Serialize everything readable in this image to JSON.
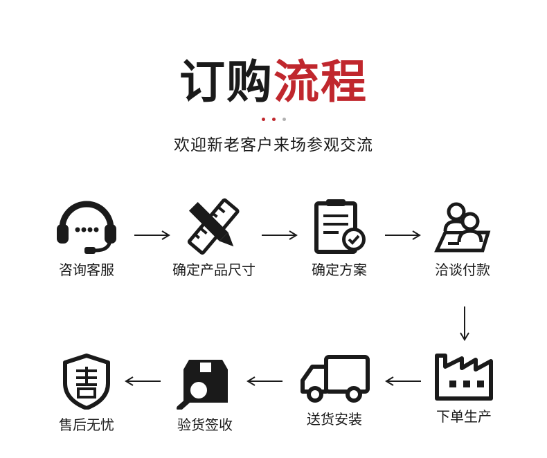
{
  "header": {
    "title_part1": "订购",
    "title_part2": "流程",
    "subtitle": "欢迎新老客户来场参观交流",
    "dot_colors": [
      "#c0272d",
      "#c0272d",
      "#b0b0b0"
    ]
  },
  "colors": {
    "accent": "#c0272d",
    "ink": "#1a1a1a"
  },
  "steps": [
    {
      "label": "咨询客服",
      "icon": "headset-icon"
    },
    {
      "label": "确定产品尺寸",
      "icon": "pencil-ruler-icon"
    },
    {
      "label": "确定方案",
      "icon": "clipboard-check-icon"
    },
    {
      "label": "洽谈付款",
      "icon": "meeting-people-icon"
    },
    {
      "label": "下单生产",
      "icon": "factory-icon"
    },
    {
      "label": "送货安装",
      "icon": "delivery-truck-icon"
    },
    {
      "label": "验货签收",
      "icon": "package-inspect-icon"
    },
    {
      "label": "售后无忧",
      "icon": "after-sales-shield-icon"
    }
  ]
}
